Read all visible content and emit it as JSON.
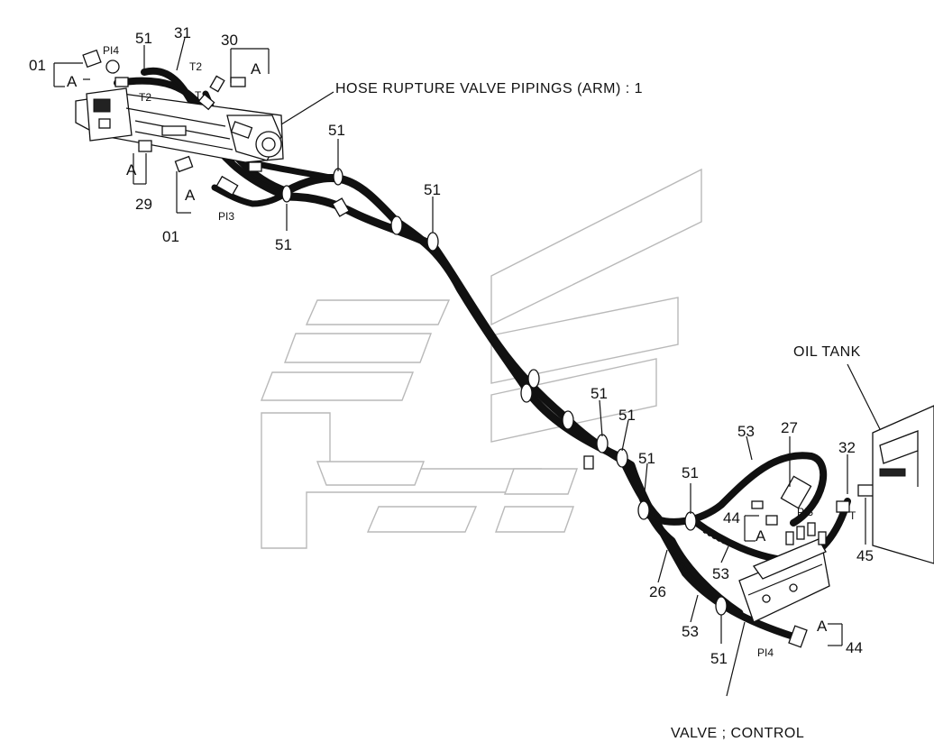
{
  "title": "HOSE RUPTURE VALVE PIPINGS (ARM) : 1",
  "callouts": {
    "oil_tank": "OIL TANK",
    "valve_control": "VALVE ; CONTROL"
  },
  "part_numbers": {
    "p01": "01",
    "p26": "26",
    "p27": "27",
    "p29": "29",
    "p30": "30",
    "p31": "31",
    "p32": "32",
    "p44": "44",
    "p45": "45",
    "p51": "51",
    "p53": "53"
  },
  "port_labels": {
    "pi3": "PI3",
    "pi4": "PI4",
    "t": "T",
    "t2": "T2"
  },
  "detail_marker": "A"
}
